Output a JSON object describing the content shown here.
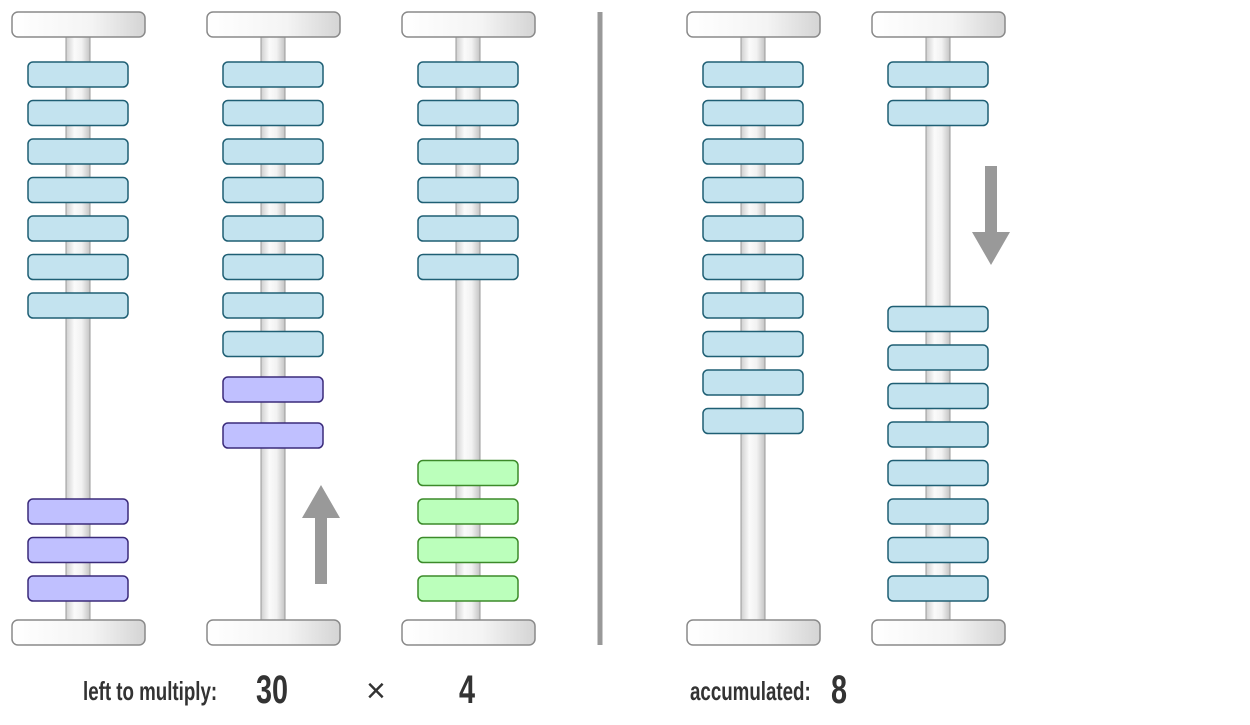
{
  "labels": {
    "left_to_multiply": "left to multiply:",
    "multiplicand": "30",
    "times_sign": "×",
    "multiplier": "4",
    "accumulated": "accumulated:",
    "accumulated_value": "8"
  },
  "colors": {
    "bead_blue": "#c3e3ef",
    "bead_blue_border": "#1f5f74",
    "bead_purple": "#c0c0ff",
    "bead_purple_border": "#3a2a7a",
    "bead_green": "#bbffbb",
    "bead_green_border": "#3c8a2a",
    "rod": "#e8e8e8",
    "rod_border": "#9a9a9a",
    "arrow": "#999999",
    "divider": "#999999"
  },
  "rods": [
    {
      "name": "rod-1",
      "top_blue": 7,
      "bottom_colored": 3,
      "bottom_color": "purple"
    },
    {
      "name": "rod-2",
      "top_blue": 8,
      "top_purple": 2,
      "arrow": "up"
    },
    {
      "name": "rod-3",
      "top_blue": 6,
      "bottom_colored": 4,
      "bottom_color": "green"
    },
    {
      "name": "rod-4",
      "top_blue": 10
    },
    {
      "name": "rod-5",
      "top_blue": 2,
      "bottom_colored": 8,
      "bottom_color": "blue",
      "arrow": "down"
    }
  ]
}
